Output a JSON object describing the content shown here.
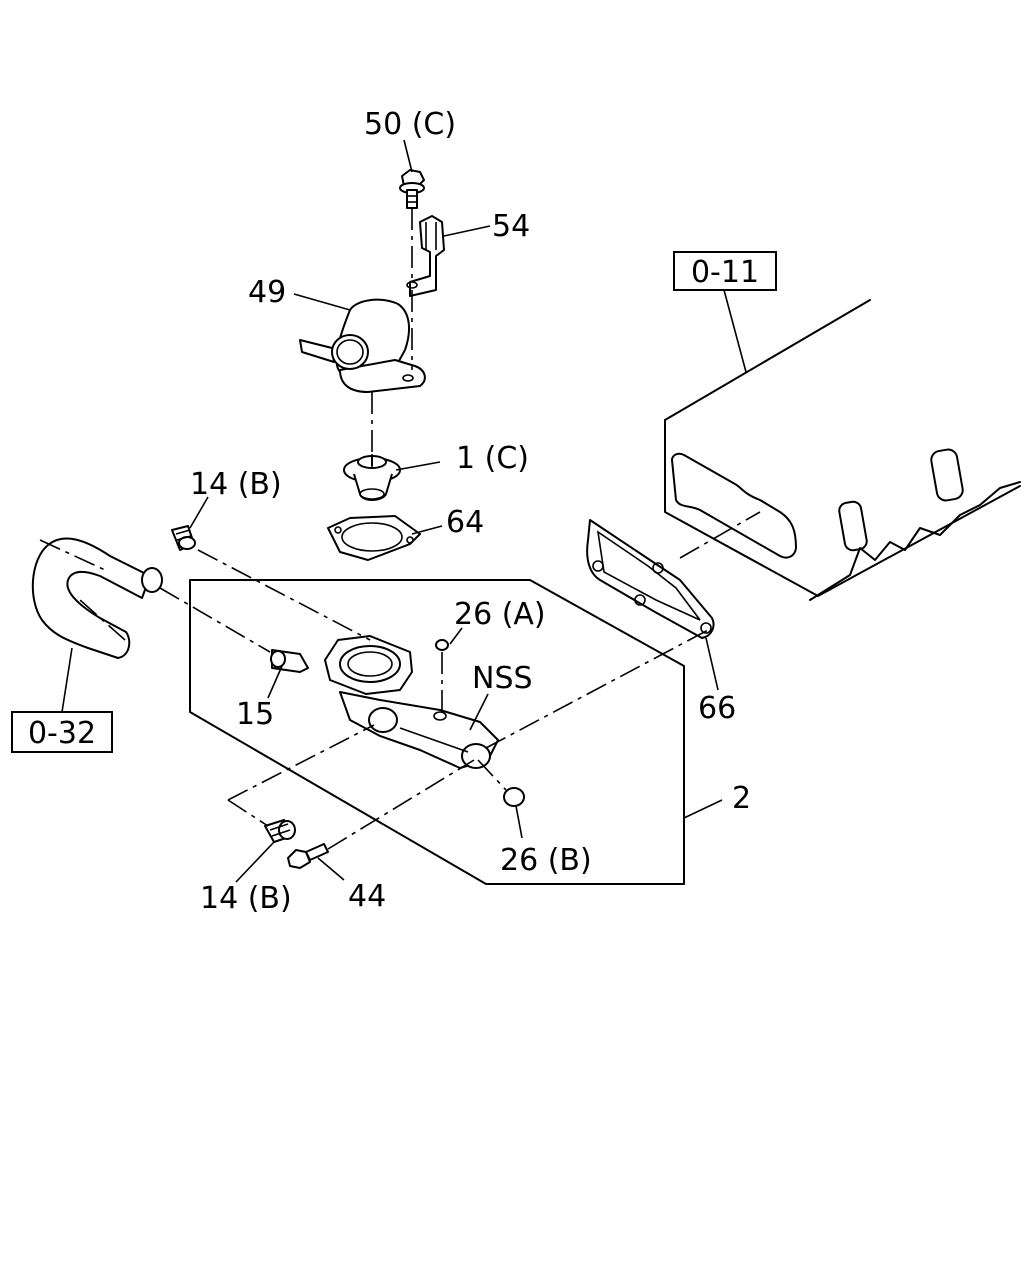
{
  "callouts": {
    "p50c": "50 (C)",
    "p54": "54",
    "p49": "49",
    "p1c": "1 (C)",
    "p14b_top": "14 (B)",
    "p64": "64",
    "p26a": "26 (A)",
    "nss": "NSS",
    "p15": "15",
    "p66": "66",
    "p2": "2",
    "p14b_bottom": "14 (B)",
    "p44": "44",
    "p26b": "26 (B)"
  },
  "references": {
    "ref_o11": "0-11",
    "ref_o32": "0-32"
  }
}
